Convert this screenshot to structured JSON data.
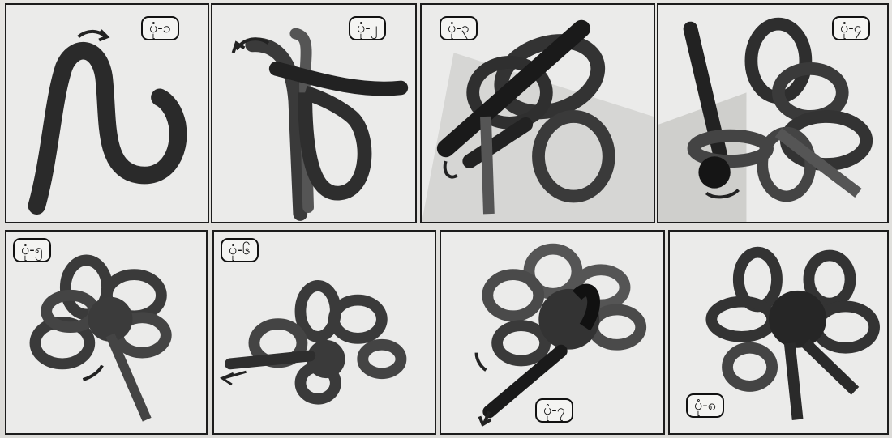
{
  "figure": {
    "steps": [
      {
        "label": "ပုံ-၁"
      },
      {
        "label": "ပုံ-၂"
      },
      {
        "label": "ပုံ-၃"
      },
      {
        "label": "ပုံ-၄"
      },
      {
        "label": "ပုံ-၅"
      },
      {
        "label": "ပုံ-၆"
      },
      {
        "label": "ပုံ-၇"
      },
      {
        "label": "ပုံ-၈"
      }
    ]
  }
}
